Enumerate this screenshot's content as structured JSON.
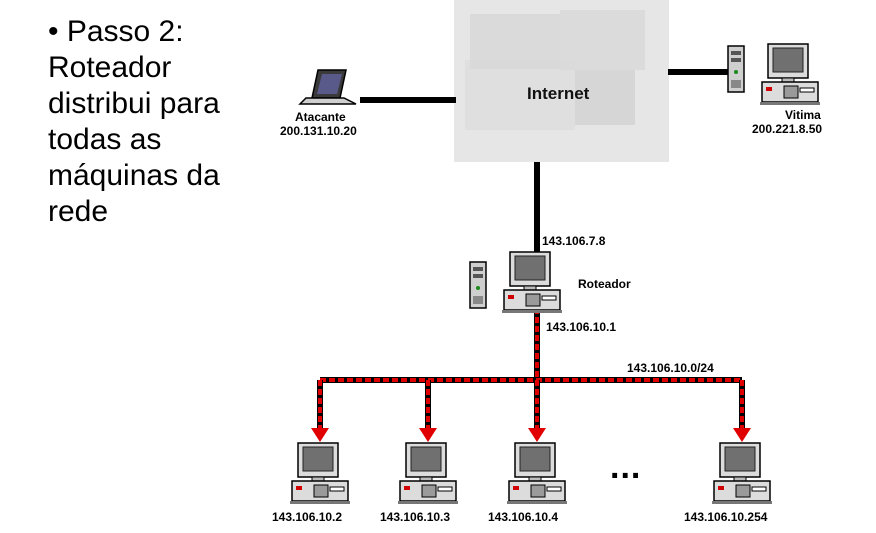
{
  "slide": {
    "bullet_lines": [
      "• Passo 2:",
      "Roteador",
      "distribui para",
      "todas as",
      "máquinas da",
      "rede"
    ]
  },
  "diagram": {
    "cloud_label": "Internet",
    "attacker": {
      "name": "Atacante",
      "ip": "200.131.10.20"
    },
    "victim": {
      "name": "Vitima",
      "ip": "200.221.8.50"
    },
    "router": {
      "name": "Roteador",
      "ip_wan": "143.106.7.8",
      "ip_lan": "143.106.10.1"
    },
    "network": "143.106.10.0/24",
    "hosts": [
      "143.106.10.2",
      "143.106.10.3",
      "143.106.10.4",
      "143.106.10.254"
    ],
    "ellipsis": "...",
    "colors": {
      "broadcast": "#e00000",
      "link": "#000000",
      "cloud": "#e6e6e6"
    }
  }
}
